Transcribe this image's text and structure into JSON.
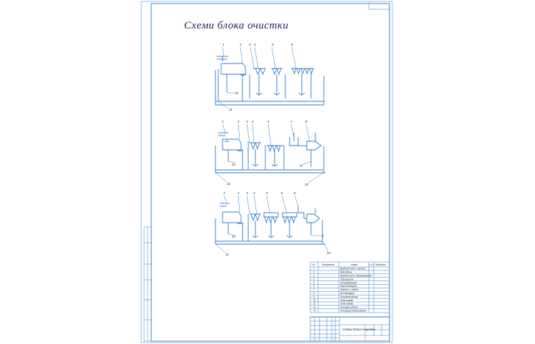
{
  "drawing": {
    "title": "Схеми блока очистки",
    "scheme1": {
      "labels": [
        "1",
        "2",
        "3",
        "4",
        "5",
        "6",
        "10",
        "11"
      ]
    },
    "scheme2": {
      "labels": [
        "1",
        "2",
        "3",
        "4",
        "5",
        "7",
        "8",
        "9",
        "10",
        "11",
        "12"
      ]
    },
    "scheme3": {
      "labels": [
        "1",
        "2",
        "3",
        "4",
        "5",
        "6",
        "8",
        "9",
        "10",
        "11",
        "12"
      ]
    }
  },
  "spec_table": {
    "headers": [
      "№",
      "Позначення",
      "Назва",
      "К-сть",
      "Примітка"
    ],
    "rows": [
      {
        "num": "1",
        "name": "Вхідний потік з насосів"
      },
      {
        "num": "2",
        "name": "Відстійник"
      },
      {
        "num": "3",
        "name": "Вхідний насос перекачування"
      },
      {
        "num": "4",
        "name": "Гідроциклон"
      },
      {
        "num": "5",
        "name": "Пісковідділювач"
      },
      {
        "num": "6",
        "name": "Мулоосаджувач"
      },
      {
        "num": "7",
        "name": "Ємність з водою"
      },
      {
        "num": "8",
        "name": "Центрифуга"
      },
      {
        "num": "9",
        "name": "Очищена рідина"
      },
      {
        "num": "10",
        "name": "Злив шламу"
      },
      {
        "num": "11",
        "name": "Злив шламу"
      },
      {
        "num": "12",
        "name": "Очищена рідина"
      },
      {
        "num": "13",
        "name": "Резервуар обважнювача"
      }
    ]
  },
  "title_block": {
    "name": "Схеми блока очистки"
  }
}
